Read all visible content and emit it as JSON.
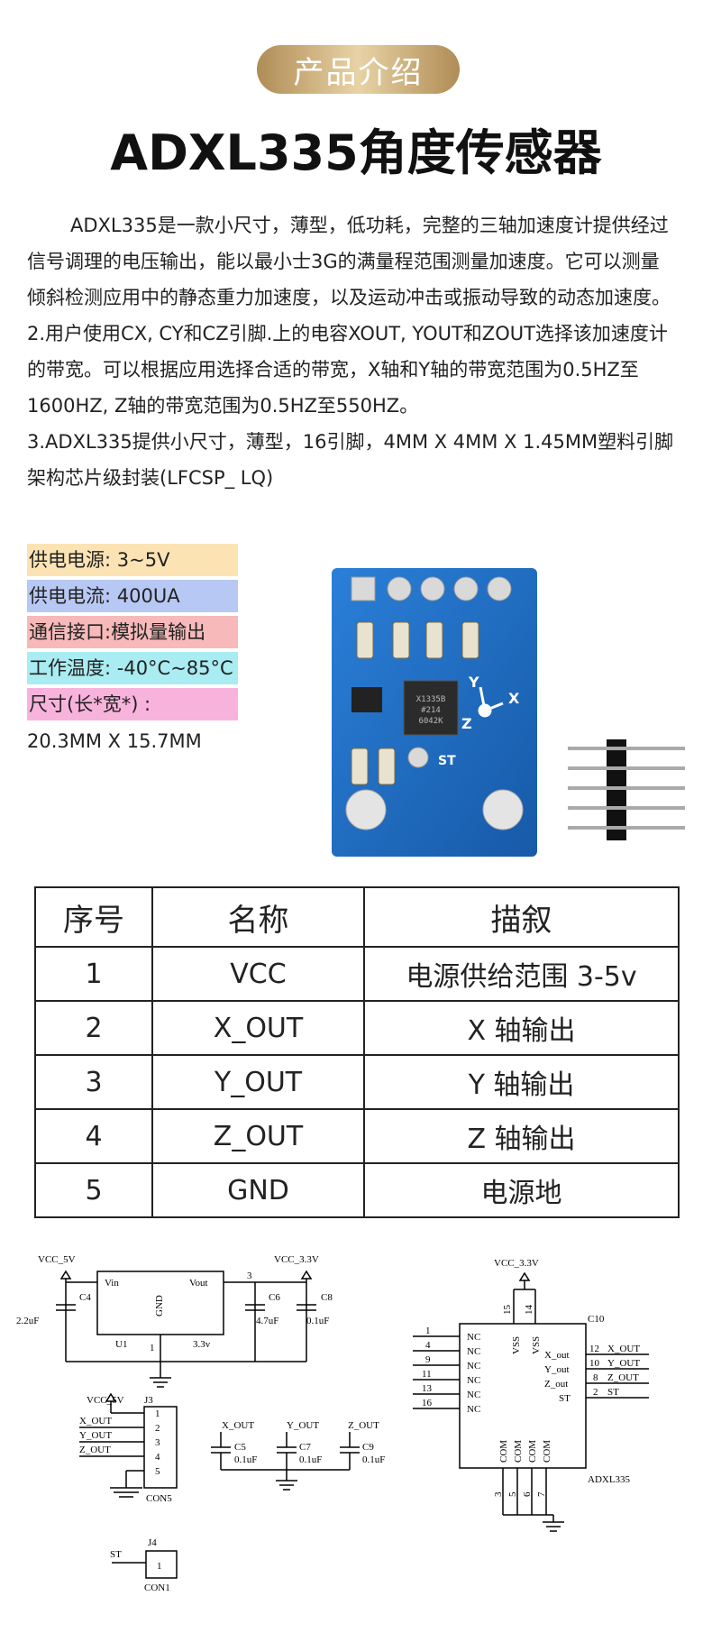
{
  "header": {
    "section_label": "产品介绍",
    "title": "ADXL335角度传感器"
  },
  "intro": {
    "paragraphs": [
      "ADXL335是一款小尺寸，薄型，低功耗，完整的三轴加速度计提供经过信号调理的电压输出，能以最小士3G的满量程范围测量加速度。它可以测量倾斜检测应用中的静态重力加速度，以及运动冲击或振动导致的动态加速度。",
      "2.用户使用CX, CY和CZ引脚.上的电容XOUT, YOUT和ZOUT选择该加速度计的带宽。可以根据应用选择合适的带宽，X轴和Y轴的带宽范围为0.5HZ至1600HZ, Z轴的带宽范围为0.5HZ至550HZ。",
      "3.ADXL335提供小尺寸，薄型，16引脚，4MM X 4MM X 1.45MM塑料引脚架构芯片级封装(LFCSP_ LQ)"
    ]
  },
  "specs": {
    "items": [
      {
        "label": "供电电源: 3~5V",
        "color": "#fbe3b4"
      },
      {
        "label": "供电电流: 400UA",
        "color": "#b8c8f4"
      },
      {
        "label": "通信接口:模拟量输出",
        "color": "#f7b9b9"
      },
      {
        "label": "工作温度: -40°C~85°C",
        "color": "#a9ecf2"
      },
      {
        "label": "尺寸(长*宽*) :",
        "color": "#f8b3dc"
      }
    ],
    "size_value": "20.3MM X 15.7MM"
  },
  "board": {
    "chip_line1": "X1335B",
    "chip_line2": "#214",
    "chip_line3": "6042K",
    "st_label": "ST",
    "axis_x": "X",
    "axis_y": "Y",
    "axis_z": "Z",
    "board_color": "#1f6fc4"
  },
  "pin_table": {
    "headers": [
      "序号",
      "名称",
      "描叙"
    ],
    "rows": [
      [
        "1",
        "VCC",
        "电源供给范围 3-5v"
      ],
      [
        "2",
        "X_OUT",
        "X 轴输出"
      ],
      [
        "3",
        "Y_OUT",
        "Y 轴输出"
      ],
      [
        "4",
        "Z_OUT",
        "Z 轴输出"
      ],
      [
        "5",
        "GND",
        "电源地"
      ]
    ]
  },
  "schematic": {
    "reg": {
      "vcc_in": "VCC_5V",
      "vcc_out": "VCC_3.3V",
      "vin": "Vin",
      "vout": "Vout",
      "gnd": "GND",
      "u1": "U1",
      "v33": "3.3v",
      "pin1": "1",
      "pin3": "3",
      "c4": "C4",
      "c4v": "2.2uF",
      "c6": "C6",
      "c6v": "4.7uF",
      "c8": "C8",
      "c8v": "0.1uF"
    },
    "conn": {
      "vcc": "VCC_5V",
      "j3": "J3",
      "xout": "X_OUT",
      "yout": "Y_OUT",
      "zout": "Z_OUT",
      "n1": "1",
      "n2": "2",
      "n3": "3",
      "n4": "4",
      "n5": "5",
      "con5": "CON5"
    },
    "caps": {
      "x": "X_OUT",
      "y": "Y_OUT",
      "z": "Z_OUT",
      "c5": "C5",
      "c5v": "0.1uF",
      "c7": "C7",
      "c7v": "0.1uF",
      "c9": "C9",
      "c9v": "0.1uF"
    },
    "j4": {
      "st": "ST",
      "j4": "J4",
      "n1": "1",
      "con1": "CON1"
    },
    "ic": {
      "vcc": "VCC_3.3V",
      "c10": "C10",
      "name": "ADXL335",
      "p15": "15",
      "p14": "14",
      "vss": "VSS",
      "left_pins": [
        "1",
        "4",
        "9",
        "11",
        "13",
        "16"
      ],
      "nc": "NC",
      "right_pins": [
        "12",
        "10",
        "8",
        "2"
      ],
      "right_labels": [
        "X_OUT",
        "Y_OUT",
        "Z_OUT",
        "ST"
      ],
      "inner_right": [
        "X_out",
        "Y_out",
        "Z_out",
        "ST"
      ],
      "com": "COM",
      "bottom_pins": [
        "3",
        "5",
        "6",
        "7"
      ]
    }
  }
}
